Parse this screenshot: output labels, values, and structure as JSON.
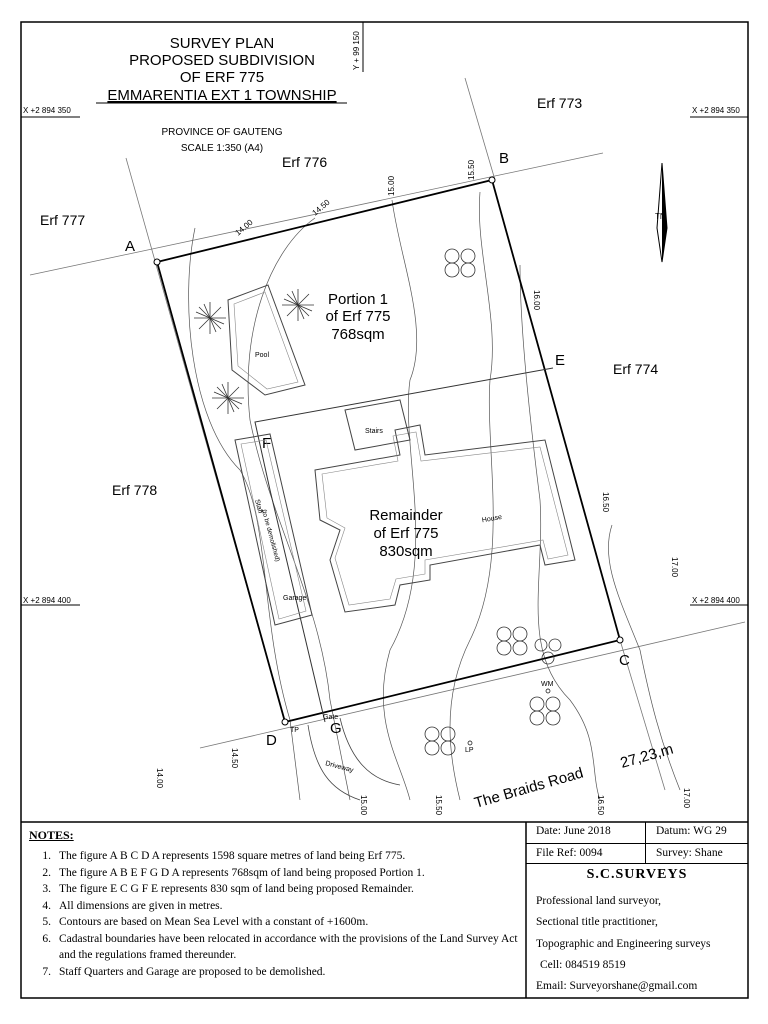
{
  "title": {
    "line1": "SURVEY PLAN",
    "line2": "PROPOSED SUBDIVISION",
    "line3": "OF ERF 775",
    "line4": "EMMARENTIA EXT 1 TOWNSHIP"
  },
  "subtitle": {
    "province": "PROVINCE OF GAUTENG",
    "scale": "SCALE 1:350 (A4)"
  },
  "grid_labels": {
    "y_top": "Y + 99 150",
    "x_top_left": "X +2 894 350",
    "x_top_right": "X +2 894 350",
    "x_mid_left": "X +2 894 400",
    "x_mid_right": "X +2 894 400"
  },
  "neighbours": {
    "erf773": "Erf 773",
    "erf774": "Erf 774",
    "erf776": "Erf 776",
    "erf777": "Erf 777",
    "erf778": "Erf 778"
  },
  "beacons": {
    "A": "A",
    "B": "B",
    "C": "C",
    "D": "D",
    "E": "E",
    "F": "F",
    "G": "G"
  },
  "portion1": {
    "line1": "Portion 1",
    "line2": "of Erf 775",
    "line3": "768sqm"
  },
  "remainder": {
    "line1": "Remainder",
    "line2": "of Erf 775",
    "line3": "830sqm"
  },
  "features": {
    "pool": "Pool",
    "stairs": "Stairs",
    "house": "House",
    "garage": "Garage",
    "staff": "Staff",
    "demolish": "(to be demolished)",
    "gate": "Gate",
    "driveway": "Driveway",
    "tp": "TP",
    "lp": "LP",
    "wm": "WM"
  },
  "road": {
    "name": "The  Braids  Road",
    "width": "27,23,m"
  },
  "north": "TN",
  "contours": {
    "c1400a": "14.00",
    "c1450a": "14.50",
    "c1500a": "15.00",
    "c1550a": "15.50",
    "c1600a": "16.00",
    "c1650a": "16.50",
    "c1700a": "17.00",
    "c1400b": "14.00",
    "c1450b": "14.50",
    "c1500b": "15.00",
    "c1550b": "15.50",
    "c1650b": "16.50",
    "c1700b": "17.00"
  },
  "notes": {
    "heading": "NOTES:",
    "items": [
      {
        "num": "1.",
        "text": "The figure  A B C D A  represents  1598  square metres of land being Erf 775."
      },
      {
        "num": "2.",
        "text": "The figure  A B E F G D A  represents  768sqm of land being proposed Portion 1."
      },
      {
        "num": "3.",
        "text": "The figure  E C G F E  represents 830  sqm of land being proposed Remainder."
      },
      {
        "num": "4.",
        "text": "All dimensions are given in metres."
      },
      {
        "num": "5.",
        "text": "Contours are based on Mean Sea Level with a constant of +1600m."
      },
      {
        "num": "6.",
        "text": "Cadastral boundaries have been relocated in accordance with the provisions of the Land Survey Act and the regulations framed thereunder."
      },
      {
        "num": "7.",
        "text": "Staff Quarters and Garage are proposed to be demolished."
      }
    ]
  },
  "title_block": {
    "date": "Date: June 2018",
    "datum": "Datum: WG 29",
    "file_ref": "File Ref: 0094",
    "survey": "Survey: Shane",
    "firm": "S.C.SURVEYS",
    "line1": "Professional land surveyor,",
    "line2": "Sectional title practitioner,",
    "line3": "Topographic and Engineering surveys",
    "cell": "Cell: 084519 8519",
    "email": "Email: Surveyorshane@gmail.com"
  }
}
